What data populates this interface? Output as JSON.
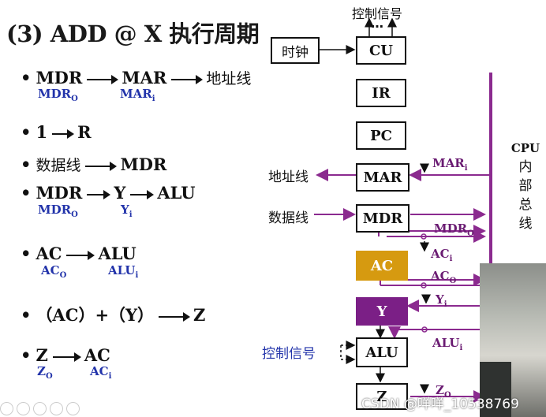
{
  "title": "(3) ADD @ X  执行周期",
  "steps": [
    {
      "bullet": "•",
      "text": "MDR ⟶ MAR ⟶ 地址线",
      "a": "MDR",
      "b": "MAR",
      "c": "地址线",
      "s1": "MDRO",
      "s2": "MARi"
    },
    {
      "bullet": "•",
      "a": "1",
      "b": "R"
    },
    {
      "bullet": "•",
      "a": "数据线",
      "b": "MDR"
    },
    {
      "bullet": "•",
      "a": "MDR",
      "b": "Y",
      "c": "ALU",
      "s1": "MDRO",
      "s2": "Yi"
    },
    {
      "bullet": "•",
      "a": "AC",
      "b": "ALU",
      "s1": "ACO",
      "s2": "ALUi"
    },
    {
      "bullet": "•",
      "a": "（AC）+（Y）",
      "b": "Z"
    },
    {
      "bullet": "•",
      "a": "Z",
      "b": "AC",
      "s1": "ZO",
      "s2": "ACi"
    }
  ],
  "diagram": {
    "ctrl_top": "控制信号",
    "dots": "…",
    "clock": "时钟",
    "boxes": {
      "cu": "CU",
      "ir": "IR",
      "pc": "PC",
      "mar": "MAR",
      "mdr": "MDR",
      "ac": "AC",
      "y": "Y",
      "alu": "ALU",
      "z": "Z"
    },
    "addr_line": "地址线",
    "data_line": "数据线",
    "ctrl_left": "控制信号",
    "bus_label": [
      "CPU",
      "内",
      "部",
      "总",
      "线"
    ],
    "signals": {
      "mar_i": "MARi",
      "mdr_o": "MDRO",
      "ac_i": "ACi",
      "ac_o": "ACO",
      "y_i": "Yi",
      "alu_i": "ALUi",
      "z_o": "ZO"
    }
  },
  "colors": {
    "signal_blue": "#2233aa",
    "bus_purple": "#8b2a8f",
    "ac_orange": "#d69a10",
    "y_purple": "#7b1f86"
  },
  "watermark": "CSDN @咩咩_10538769"
}
